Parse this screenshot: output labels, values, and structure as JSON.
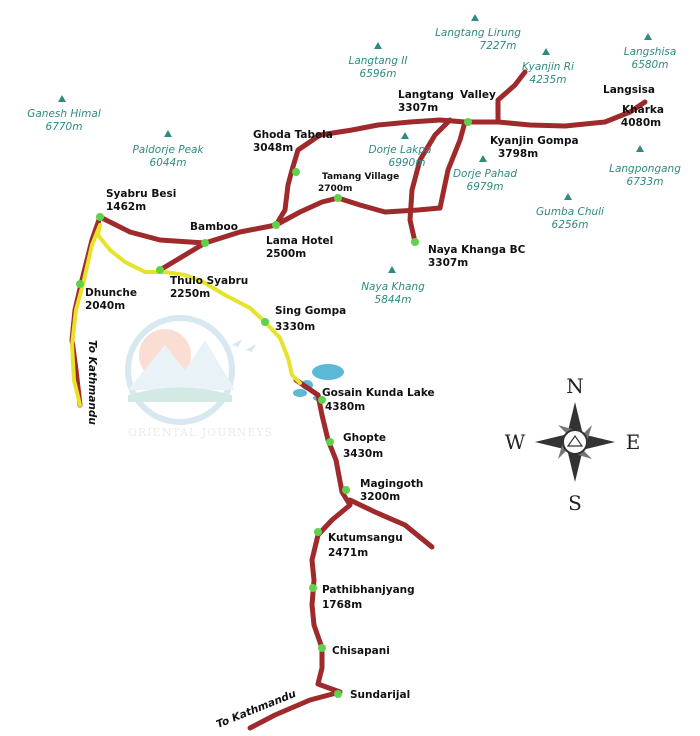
{
  "colors": {
    "trail": "#9e2a2b",
    "yellow_route": "#e7e22a",
    "stop_dot": "#5fd14b",
    "mountain": "#2f8a82",
    "lake": "#5bb8d6"
  },
  "places": {
    "langtang_valley": {
      "name": "Langtang",
      "name2": "Valley",
      "elev": "3307m"
    },
    "kyanjin_gompa": {
      "name": "Kyanjin Gompa",
      "elev": "3798m"
    },
    "langsisa_kharka": {
      "name": "Langsisa",
      "name2": "Kharka",
      "elev": "4080m"
    },
    "ghoda_tabela": {
      "name": "Ghoda Tabela",
      "elev": "3048m"
    },
    "tamang_village": {
      "name": "Tamang Village",
      "elev": "2700m"
    },
    "syabru_besi": {
      "name": "Syabru Besi",
      "elev": "1462m"
    },
    "bamboo": {
      "name": "Bamboo"
    },
    "lama_hotel": {
      "name": "Lama Hotel",
      "elev": "2500m"
    },
    "naya_khanga_bc": {
      "name": "Naya Khanga BC",
      "elev": "3307m"
    },
    "thulo_syabru": {
      "name": "Thulo Syabru",
      "elev": "2250m"
    },
    "dhunche": {
      "name": "Dhunche",
      "elev": "2040m"
    },
    "sing_gompa": {
      "name": "Sing Gompa",
      "elev": "3330m"
    },
    "gosain_kunda": {
      "name": "Gosain Kunda Lake",
      "elev": "4380m"
    },
    "ghopte": {
      "name": "Ghopte",
      "elev": "3430m"
    },
    "magingoth": {
      "name": "Magingoth",
      "elev": "3200m"
    },
    "kutumsangu": {
      "name": "Kutumsangu",
      "elev": "2471m"
    },
    "pathibhanjyang": {
      "name": "Pathibhanjyang",
      "elev": "1768m"
    },
    "chisapani": {
      "name": "Chisapani"
    },
    "sundarijal": {
      "name": "Sundarijal"
    }
  },
  "mountains": {
    "langtang_lirung": {
      "name": "Langtang Lirung",
      "elev": "7227m"
    },
    "langtang_ii": {
      "name": "Langtang II",
      "elev": "6596m"
    },
    "kyanjin_ri": {
      "name": "Kyanjin Ri",
      "elev": "4235m"
    },
    "langshisa": {
      "name": "Langshisa",
      "elev": "6580m"
    },
    "ganesh_himal": {
      "name": "Ganesh Himal",
      "elev": "6770m"
    },
    "paldorje_peak": {
      "name": "Paldorje Peak",
      "elev": "6044m"
    },
    "dorje_lakpa": {
      "name": "Dorje Lakpa",
      "elev": "6990m"
    },
    "dorje_pahad": {
      "name": "Dorje Pahad",
      "elev": "6979m"
    },
    "langpongang": {
      "name": "Langpongang",
      "elev": "6733m"
    },
    "gumba_chuli": {
      "name": "Gumba Chuli",
      "elev": "6256m"
    },
    "naya_khang": {
      "name": "Naya Khang",
      "elev": "5844m"
    }
  },
  "directions": {
    "to_kathmandu_west": "To Kathmandu",
    "to_kathmandu_south": "To Kathmandu"
  },
  "compass": {
    "n": "N",
    "s": "S",
    "e": "E",
    "w": "W"
  },
  "watermark": {
    "text": "ORIENTAL JOURNEYS"
  }
}
